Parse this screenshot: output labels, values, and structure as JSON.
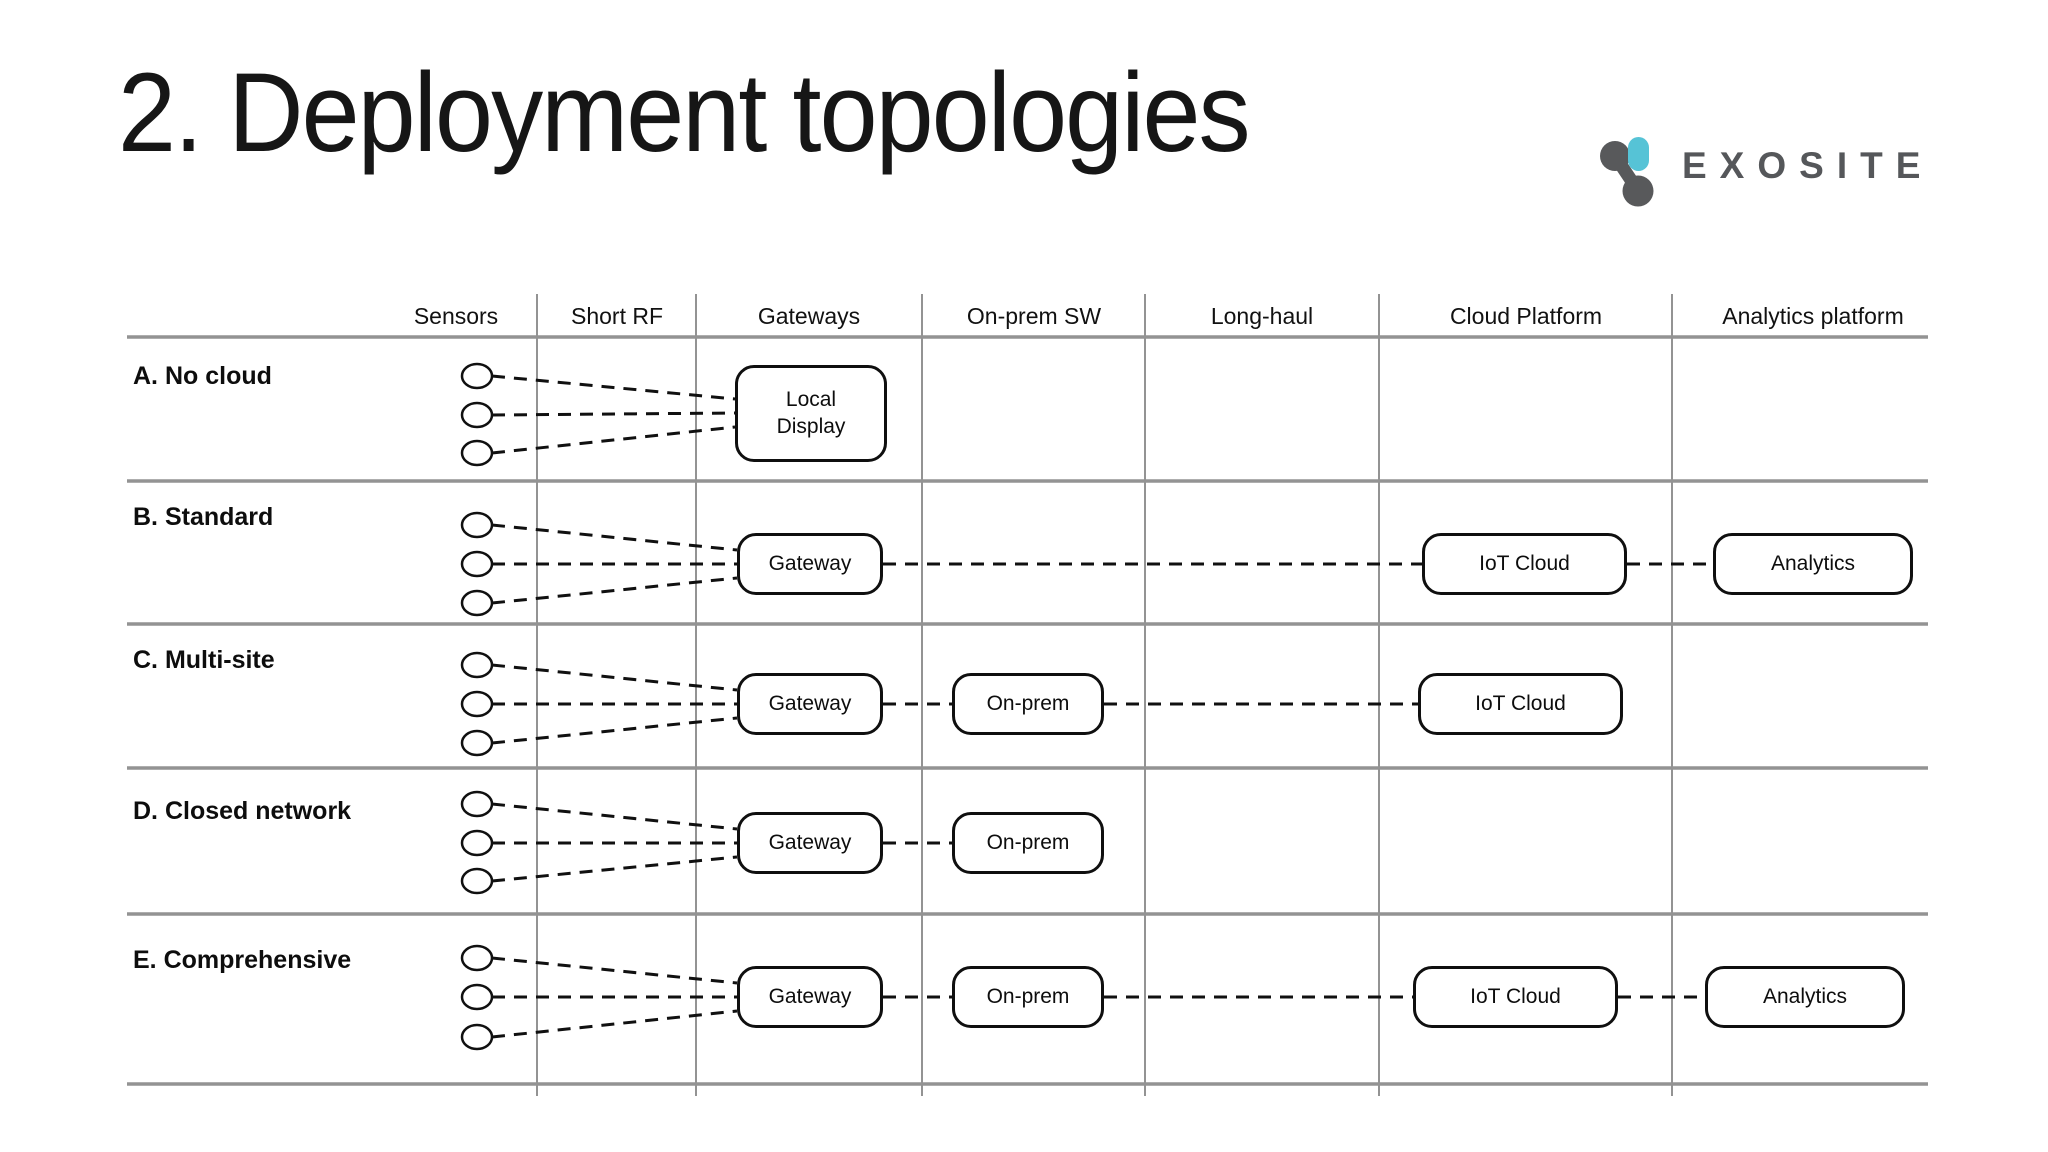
{
  "title": "2. Deployment topologies",
  "logo": {
    "text": "EXOSITE",
    "gray_color": "#58595b",
    "blue_color": "#56c3d6"
  },
  "table": {
    "columns": [
      "Sensors",
      "Short RF",
      "Gateways",
      "On-prem SW",
      "Long-haul",
      "Cloud Platform",
      "Analytics platform"
    ],
    "rows": [
      {
        "label": "A. No cloud",
        "sensor_count": 3,
        "nodes": [
          "Local Display"
        ]
      },
      {
        "label": "B. Standard",
        "sensor_count": 3,
        "nodes": [
          "Gateway",
          "IoT Cloud",
          "Analytics"
        ]
      },
      {
        "label": "C. Multi-site",
        "sensor_count": 3,
        "nodes": [
          "Gateway",
          "On-prem",
          "IoT Cloud"
        ]
      },
      {
        "label": "D. Closed network",
        "sensor_count": 3,
        "nodes": [
          "Gateway",
          "On-prem"
        ]
      },
      {
        "label": "E. Comprehensive",
        "sensor_count": 3,
        "nodes": [
          "Gateway",
          "On-prem",
          "IoT Cloud",
          "Analytics"
        ]
      }
    ]
  }
}
